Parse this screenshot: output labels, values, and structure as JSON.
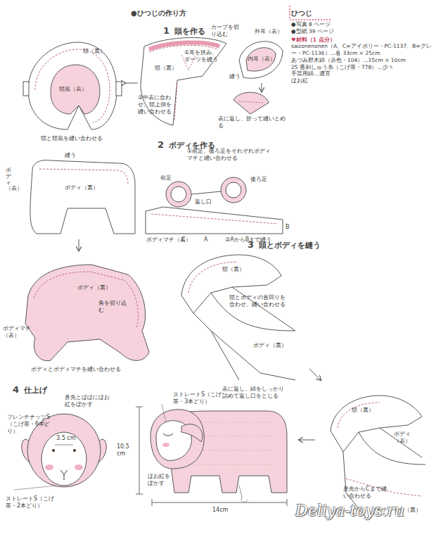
{
  "diagram": {
    "title": "●ひつじの作り方",
    "nodes": [
      {
        "text": [
          "ひつじ",
          "●写真 8 ページ",
          "●型紙 39 ページ",
          "♥材料（1 点分）",
          "saizonenonen（A、C=アイボリー・PC-1137、B=グレー・PC-1136）…各 33cm × 25cm",
          "あづみ野木綿（赤色・104）…15cm × 10cm",
          "25 番刺しゅう糸（こげ茶・778）…少々",
          "手芸用綿…適宜",
          "ほお紅"
        ]
      }
    ],
    "labels": [
      "頭（裏）",
      "頭底（表）",
      "頭と頭底を縫い合わせる",
      "頭（裏）",
      "①耳を挟み、ダーツを縫う",
      "②中表に合わせ、頭上側を縫い合わせる",
      "カーブを切り込む",
      "外耳（表）",
      "内耳（表）",
      "縫う",
      "表に返し、折って縫いとめる",
      "縫う",
      "ボディ（裏）",
      "ボディ（表）",
      "①前足、後ろ足をそれぞれボディマチと縫い合わせる",
      "前足",
      "後ろ足",
      "返し口",
      "ボディマチ（表）",
      "C",
      "A",
      "B",
      "②AからBまで縫う",
      "ボディ（裏）",
      "角を切り込む",
      "ボディマチ（表）",
      "ボディとボディマチを縫い合わせる",
      "頭（裏）",
      "頭とボディの首回りを合わせ、縫い合わせる",
      "ボディ（裏）",
      "頭（裏）",
      "ボディ（表）",
      "鼻先からCまで縫い合わせる",
      "ボディマチ（裏）",
      "鼻先とほほにほお紅をぼかす",
      "フレンチナッツS（こげ茶・6本どり）",
      "3.5 cm",
      "ストレートS（こげ茶・2本どり）",
      "ストレートS（こげ茶・3本どり）",
      "ほお紅をぼかす",
      "10.5 cm",
      "表に返し、綿をしっかり詰めて返し口をとじる",
      "14cm",
      "Deliya-toys.ru",
      "1",
      "頭を作る",
      "2",
      "ボディを作る",
      "3",
      "頭とボディを縫う",
      "4",
      "仕上げ"
    ]
  }
}
